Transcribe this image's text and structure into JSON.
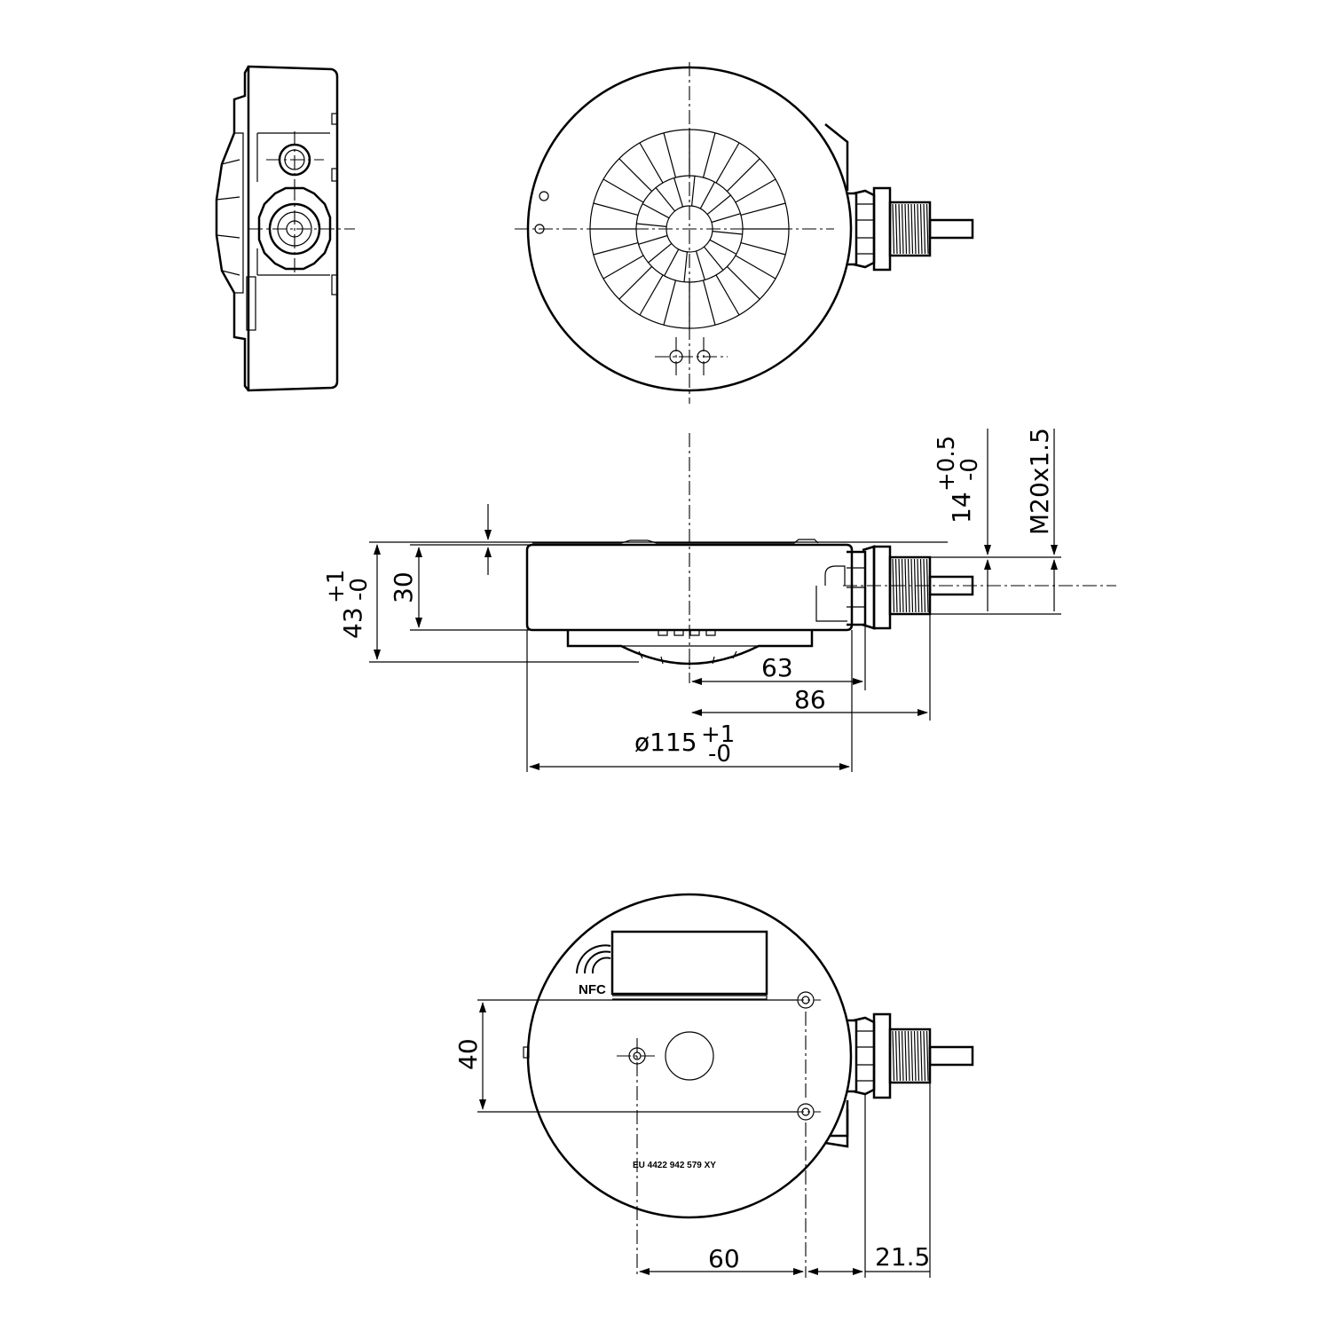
{
  "dimensions": {
    "height_total": {
      "value": "43",
      "tol_plus": "+1",
      "tol_minus": "-0"
    },
    "body_height": "30",
    "offset_63": "63",
    "offset_86": "86",
    "diameter": {
      "value": "ø115",
      "tol_plus": "+1",
      "tol_minus": "-0"
    },
    "thread_length": {
      "value": "14",
      "tol_plus": "+0.5",
      "tol_minus": "-0"
    },
    "thread": "M20x1.5",
    "hole_spacing_vertical": "40",
    "hole_spacing_horizontal": "60",
    "gland_offset": "21.5"
  },
  "labels": {
    "nfc": "NFC",
    "part_number": "EU 4422 942 579 XY"
  }
}
